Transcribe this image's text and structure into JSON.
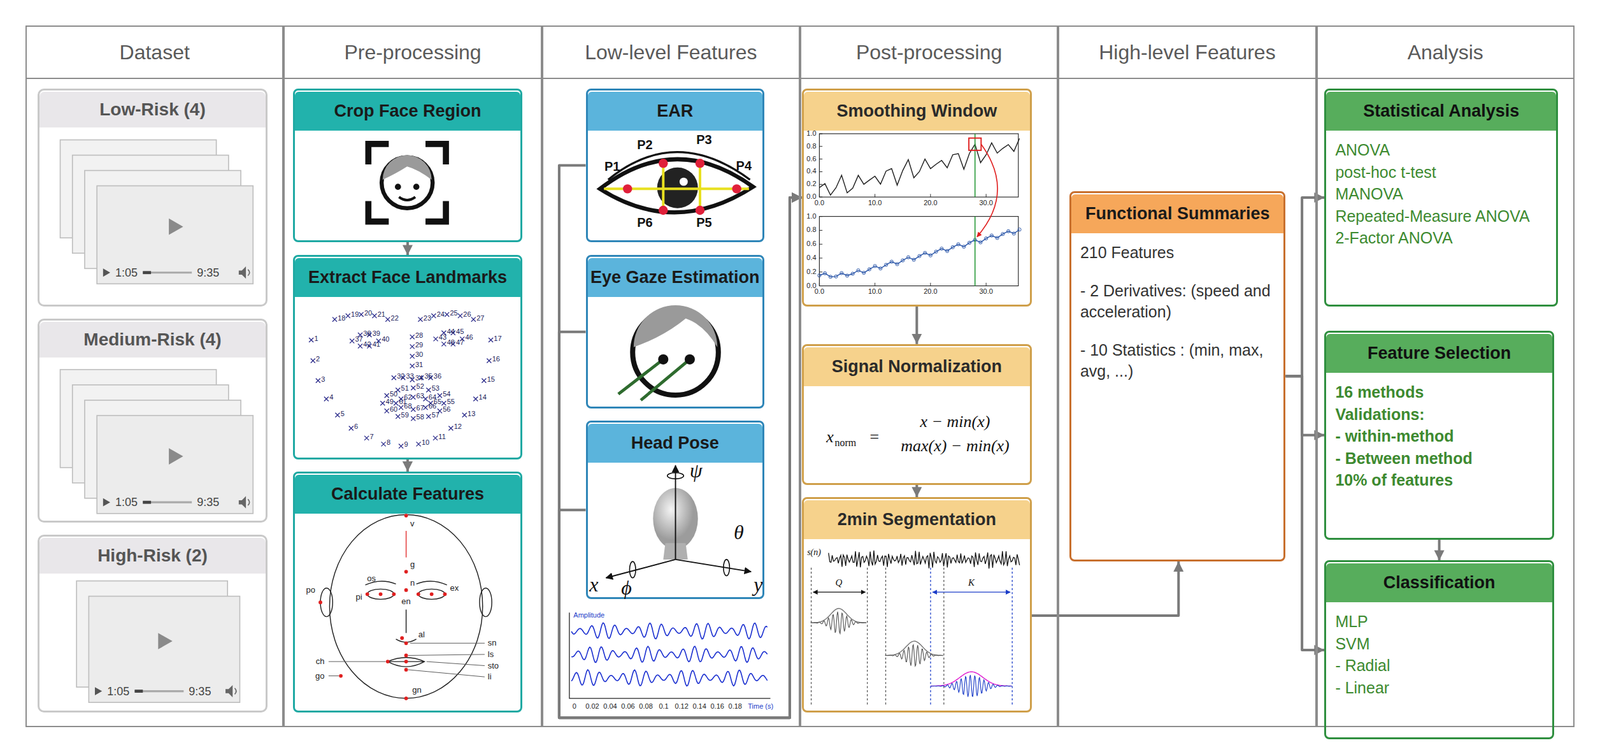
{
  "diagram": {
    "nodes": [
      {
        "text": [
          "Dataset"
        ]
      },
      {
        "text": [
          "Low-Risk (4)"
        ],
        "in": 0
      },
      {
        "text": [
          "Medium-Risk (4)"
        ],
        "in": 0
      },
      {
        "text": [
          "High-Risk (2)"
        ],
        "in": 0
      },
      {
        "text": [
          "Pre-processing"
        ]
      },
      {
        "text": [
          "Crop Face Region"
        ],
        "in": 4
      },
      {
        "text": [
          "Extract Face Landmarks"
        ],
        "in": 4
      },
      {
        "text": [
          "Calculate Features"
        ],
        "in": 4
      },
      {
        "text": [
          "Low-level Features"
        ]
      },
      {
        "text": [
          "EAR"
        ],
        "in": 8
      },
      {
        "text": [
          "Eye Gaze Estimation"
        ],
        "in": 8
      },
      {
        "text": [
          "Head Pose"
        ],
        "in": 8
      },
      {
        "text": [
          "Post-processing"
        ]
      },
      {
        "text": [
          "Smoothing Window"
        ],
        "in": 12
      },
      {
        "text": [
          "Signal Normalization"
        ],
        "in": 12
      },
      {
        "text": [
          "2min Segmentation"
        ],
        "in": 12
      },
      {
        "text": [
          "High-level Features"
        ]
      },
      {
        "text": [
          "Functional Summaries",
          "210 Features",
          "- 2 Derivatives: (speed and acceleration)",
          "- 10 Statistics : (min, max, avg, ...)"
        ],
        "in": 16
      },
      {
        "text": [
          "Analysis"
        ]
      },
      {
        "text": [
          "Statistical Analysis",
          "ANOVA",
          "post-hoc t-test",
          "MANOVA",
          "Repeated-Measure ANOVA",
          "2-Factor ANOVA"
        ],
        "in": 18
      },
      {
        "text": [
          "Feature Selection",
          "16 methods",
          "Validations:",
          "- within-method",
          "- Between method",
          "10% of features"
        ],
        "in": 18
      },
      {
        "text": [
          "Classification",
          "MLP",
          "SVM",
          "- Radial",
          "- Linear"
        ],
        "in": 18
      }
    ],
    "edges": [
      {
        "from": 5,
        "to": 6,
        "arrow": "to"
      },
      {
        "from": 6,
        "to": 7,
        "arrow": "to"
      },
      {
        "from": 9,
        "to": 13,
        "arrow": "to"
      },
      {
        "from": 10,
        "to": 13,
        "arrow": "to"
      },
      {
        "from": 11,
        "to": 13,
        "arrow": "to"
      },
      {
        "from": 13,
        "to": 14,
        "arrow": "to"
      },
      {
        "from": 14,
        "to": 15,
        "arrow": "to"
      },
      {
        "from": 15,
        "to": 17,
        "arrow": "to"
      },
      {
        "from": 17,
        "to": 19,
        "arrow": "to"
      },
      {
        "from": 17,
        "to": 20,
        "arrow": "to"
      },
      {
        "from": 17,
        "to": 21,
        "arrow": "to"
      },
      {
        "from": 20,
        "to": 21,
        "arrow": "to"
      }
    ],
    "labels": [
      "1:05",
      "9:35",
      "1:05",
      "9:35",
      "1:05",
      "9:35",
      "1",
      "2",
      "3",
      "4",
      "5",
      "6",
      "7",
      "8",
      "9",
      "10",
      "11",
      "12",
      "13",
      "14",
      "15",
      "16",
      "17",
      "18",
      "19",
      "20",
      "21",
      "22",
      "23",
      "24",
      "25",
      "26",
      "27",
      "28",
      "29",
      "30",
      "31",
      "32",
      "33",
      "34",
      "35",
      "36",
      "37",
      "38",
      "39",
      "40",
      "41",
      "42",
      "43",
      "44",
      "45",
      "46",
      "47",
      "48",
      "49",
      "50",
      "51",
      "52",
      "53",
      "54",
      "55",
      "56",
      "57",
      "58",
      "59",
      "60",
      "61",
      "62",
      "63",
      "64",
      "65",
      "66",
      "67",
      "68",
      "v",
      "g",
      "n",
      "os",
      "pi",
      "en",
      "ex",
      "po",
      "al",
      "sn",
      "ch",
      "ls",
      "sto",
      "go",
      "li",
      "gn",
      "P1",
      "P2",
      "P3",
      "P4",
      "P5",
      "P6",
      "ψ",
      "θ",
      "ϕ",
      "x",
      "y",
      "Amplitude",
      "Time (s)",
      "0",
      "0.02",
      "0.04",
      "0.06",
      "0.08",
      "0.1",
      "0.12",
      "0.14",
      "0.16",
      "0.18",
      "1.0",
      "0.8",
      "0.6",
      "0.4",
      "0.2",
      "0.0",
      "0.0",
      "10.0",
      "20.0",
      "30.0",
      "1.0",
      "0.8",
      "0.6",
      "0.4",
      "0.2",
      "0.0",
      "0.0",
      "10.0",
      "20.0",
      "30.0",
      "x",
      "norm",
      "=",
      "x − min(x)",
      "max(x) − min(x)",
      "s(n)",
      "Q",
      "K"
    ]
  }
}
